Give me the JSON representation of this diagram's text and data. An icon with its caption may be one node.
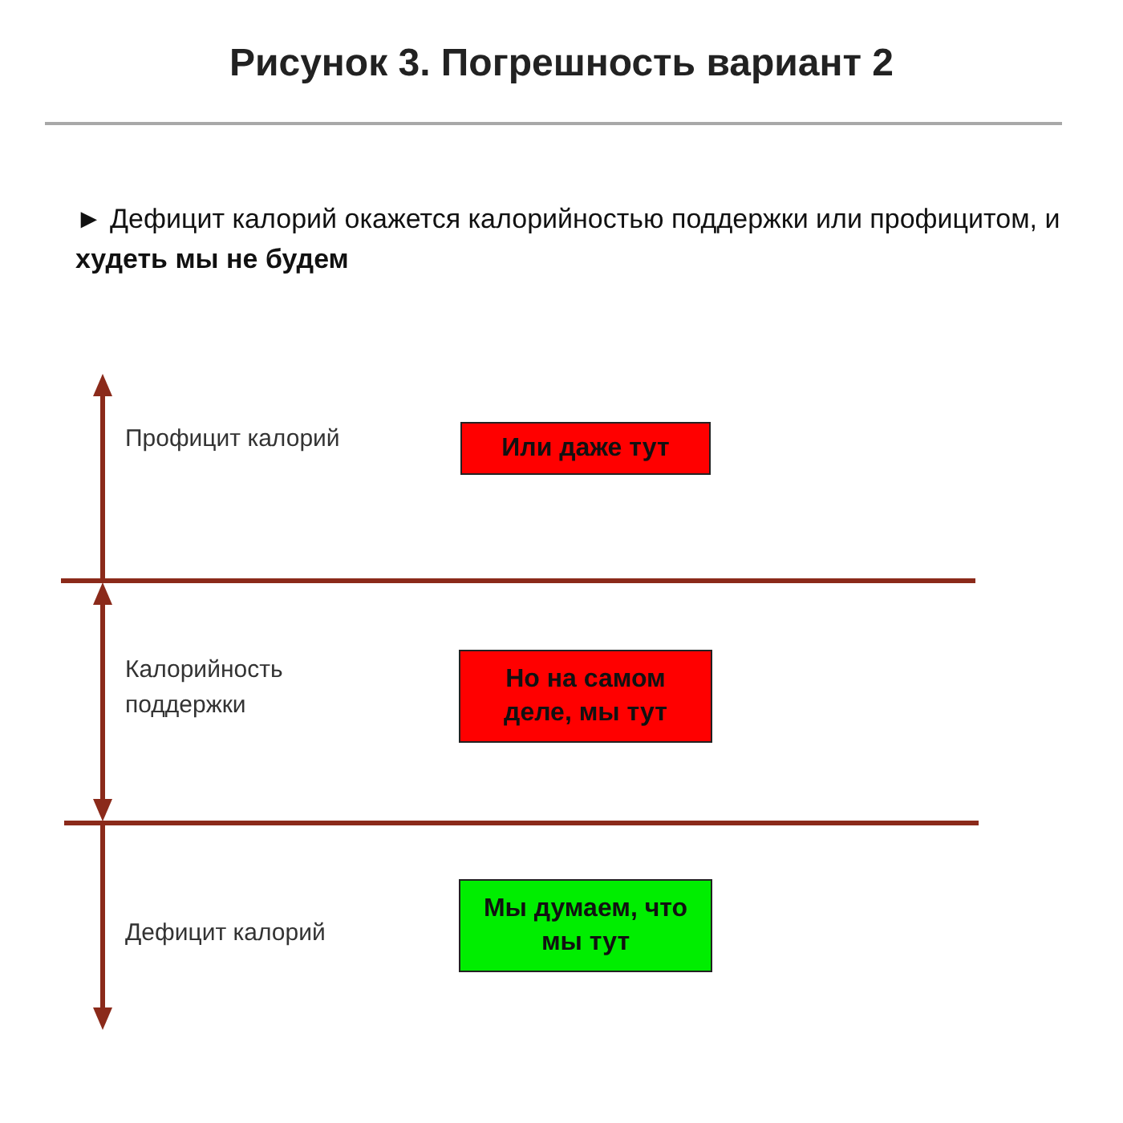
{
  "diagram": {
    "title": "Рисунок 3. Погрешность вариант 2",
    "nodes": [
      {
        "text": [
          "Или даже тут"
        ]
      },
      {
        "text": [
          "Но на самом деле, мы тут"
        ]
      },
      {
        "text": [
          "Мы думаем, что мы тут"
        ]
      }
    ],
    "labels": [
      "► Дефицит калорий окажется калорийностью поддержки или профицитом, и **худеть мы не будем**",
      "Профицит калорий",
      "Калорийность поддержки",
      "Дефицит калорий"
    ]
  }
}
